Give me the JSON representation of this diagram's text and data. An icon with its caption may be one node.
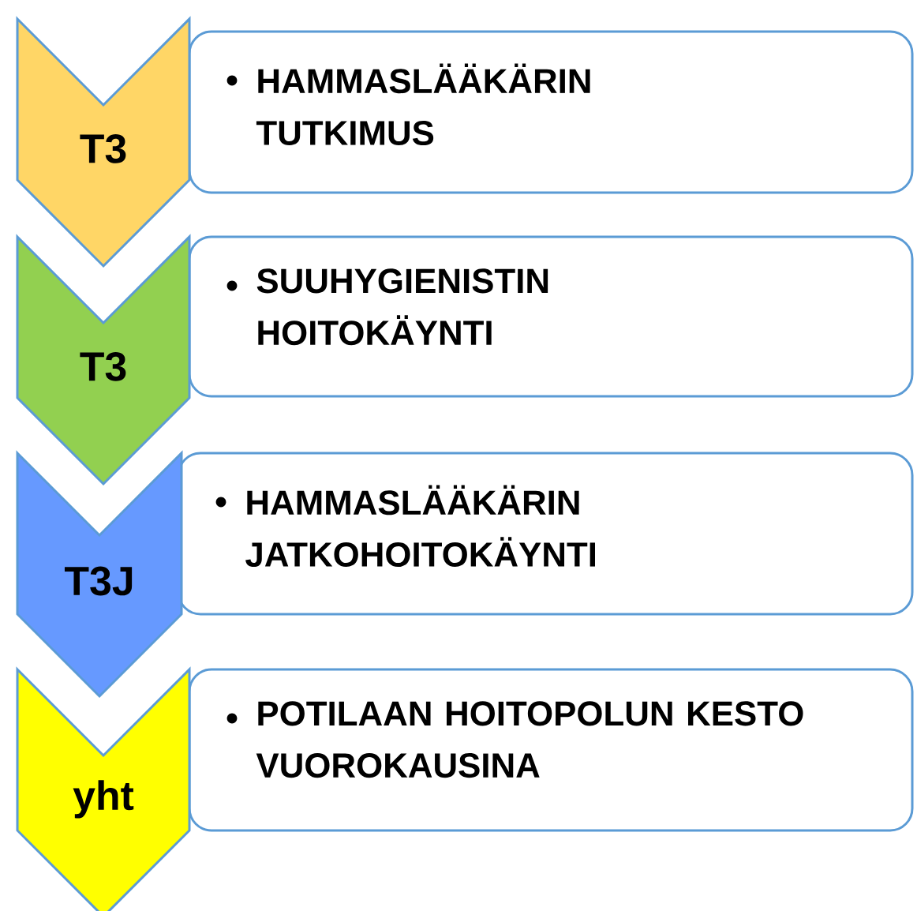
{
  "diagram": {
    "nodes": [
      {
        "text": [
          "T3"
        ]
      },
      {
        "text": [
          "HAMMASLÄÄKÄRIN TUTKIMUS"
        ]
      },
      {
        "text": [
          "T3"
        ]
      },
      {
        "text": [
          "SUUHYGIENISTIN HOITOKÄYNTI"
        ]
      },
      {
        "text": [
          "T3J"
        ]
      },
      {
        "text": [
          "HAMMASLÄÄKÄRIN JATKOHOITOKÄYNTI"
        ]
      },
      {
        "text": [
          "yht"
        ]
      },
      {
        "text": [
          "POTILAAN HOITOPOLUN KESTO VUOROKAUSINA"
        ]
      }
    ]
  }
}
